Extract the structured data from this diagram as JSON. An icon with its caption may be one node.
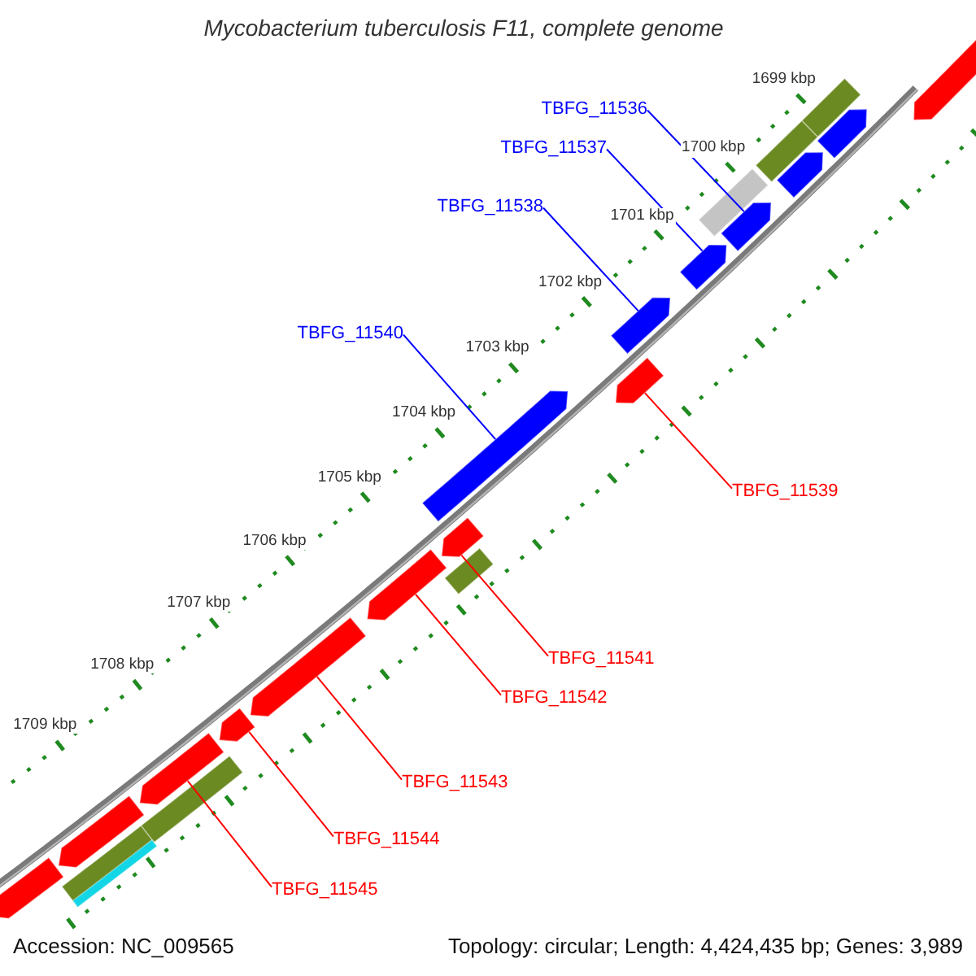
{
  "diagram": {
    "title": "Mycobacterium tuberculosis F11, complete genome",
    "nodes": [
      {
        "text": [
          "TBFG_11536"
        ]
      },
      {
        "text": [
          "TBFG_11537"
        ]
      },
      {
        "text": [
          "TBFG_11538"
        ]
      },
      {
        "text": [
          "TBFG_11540"
        ]
      },
      {
        "text": [
          "TBFG_11539"
        ]
      },
      {
        "text": [
          "TBFG_11541"
        ]
      },
      {
        "text": [
          "TBFG_11542"
        ]
      },
      {
        "text": [
          "TBFG_11543"
        ]
      },
      {
        "text": [
          "TBFG_11544"
        ]
      },
      {
        "text": [
          "TBFG_11545"
        ]
      },
      {
        "text": [],
        "shape": "arrow"
      },
      {
        "text": [],
        "shape": "bar"
      },
      {
        "text": [],
        "shape": "arrow"
      },
      {
        "text": [],
        "shape": "bar"
      },
      {
        "text": [],
        "shape": "arrow"
      },
      {
        "text": [],
        "shape": "bar"
      },
      {
        "text": [],
        "shape": "arrow"
      },
      {
        "text": [],
        "shape": "arrow"
      },
      {
        "text": [],
        "shape": "arrow"
      },
      {
        "text": [],
        "shape": "arrow"
      },
      {
        "text": [],
        "shape": "arrow"
      },
      {
        "text": [],
        "shape": "arrow"
      },
      {
        "text": [],
        "shape": "bar"
      },
      {
        "text": [],
        "shape": "arrow"
      },
      {
        "text": [],
        "shape": "arrow"
      },
      {
        "text": [],
        "shape": "arrow"
      },
      {
        "text": [],
        "shape": "arrow"
      },
      {
        "text": [],
        "shape": "bar"
      },
      {
        "text": [],
        "shape": "arrow"
      },
      {
        "text": [],
        "shape": "bar"
      },
      {
        "text": [],
        "shape": "bar"
      },
      {
        "text": [],
        "shape": "arrow"
      }
    ],
    "edges": [
      {
        "from": 0,
        "to": 16,
        "arrow": "none",
        "color": "#0000ff"
      },
      {
        "from": 1,
        "to": 17,
        "arrow": "none",
        "color": "#0000ff"
      },
      {
        "from": 2,
        "to": 18,
        "arrow": "none",
        "color": "#0000ff"
      },
      {
        "from": 3,
        "to": 20,
        "arrow": "none",
        "color": "#0000ff"
      },
      {
        "from": 4,
        "to": 19,
        "arrow": "none"
      },
      {
        "from": 5,
        "to": 21,
        "arrow": "none"
      },
      {
        "from": 6,
        "to": 23,
        "arrow": "none"
      },
      {
        "from": 7,
        "to": 24,
        "arrow": "none"
      },
      {
        "from": 8,
        "to": 25,
        "arrow": "none"
      },
      {
        "from": 9,
        "to": 26,
        "arrow": "none"
      }
    ],
    "labels": [
      "1699 kbp",
      "1700 kbp",
      "1701 kbp",
      "1702 kbp",
      "1703 kbp",
      "1704 kbp",
      "1705 kbp",
      "1706 kbp",
      "1707 kbp",
      "1708 kbp",
      "1709 kbp",
      "Accession: NC_009565",
      "Topology: circular; Length: 4,424,435 bp; Genes: 3,989"
    ]
  }
}
